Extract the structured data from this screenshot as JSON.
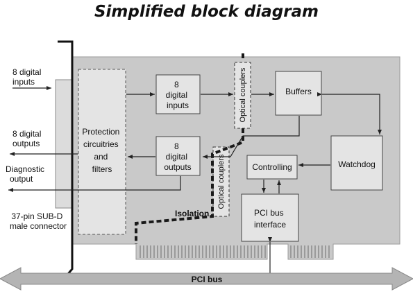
{
  "title": "Simplified block diagram",
  "left_labels": {
    "inputs": [
      "8 digital",
      "inputs"
    ],
    "outputs": [
      "8 digital",
      "outputs"
    ],
    "diagnostic": [
      "Diagnostic",
      "output"
    ],
    "connector": [
      "37-pin SUB-D",
      "male connector"
    ]
  },
  "blocks": {
    "protection": [
      "Protection",
      "circuitries",
      "and",
      "filters"
    ],
    "digital_inputs": [
      "8",
      "digital",
      "inputs"
    ],
    "digital_outputs": [
      "8",
      "digital",
      "outputs"
    ],
    "buffers": "Buffers",
    "controlling": "Controlling",
    "watchdog": "Watchdog",
    "pci_interface": [
      "PCI bus",
      "interface"
    ]
  },
  "optical_couplers_top": "Optical couplers",
  "optical_couplers_bottom": "Optical couplers",
  "isolation": "Isolation",
  "pci_bus": "PCI bus",
  "colors": {
    "board": "#c9c9c9",
    "block": "#e4e4e4",
    "bus_arrow": "#b4b4b4",
    "line": "#222222",
    "isolation_line": "#1a1a1a"
  }
}
